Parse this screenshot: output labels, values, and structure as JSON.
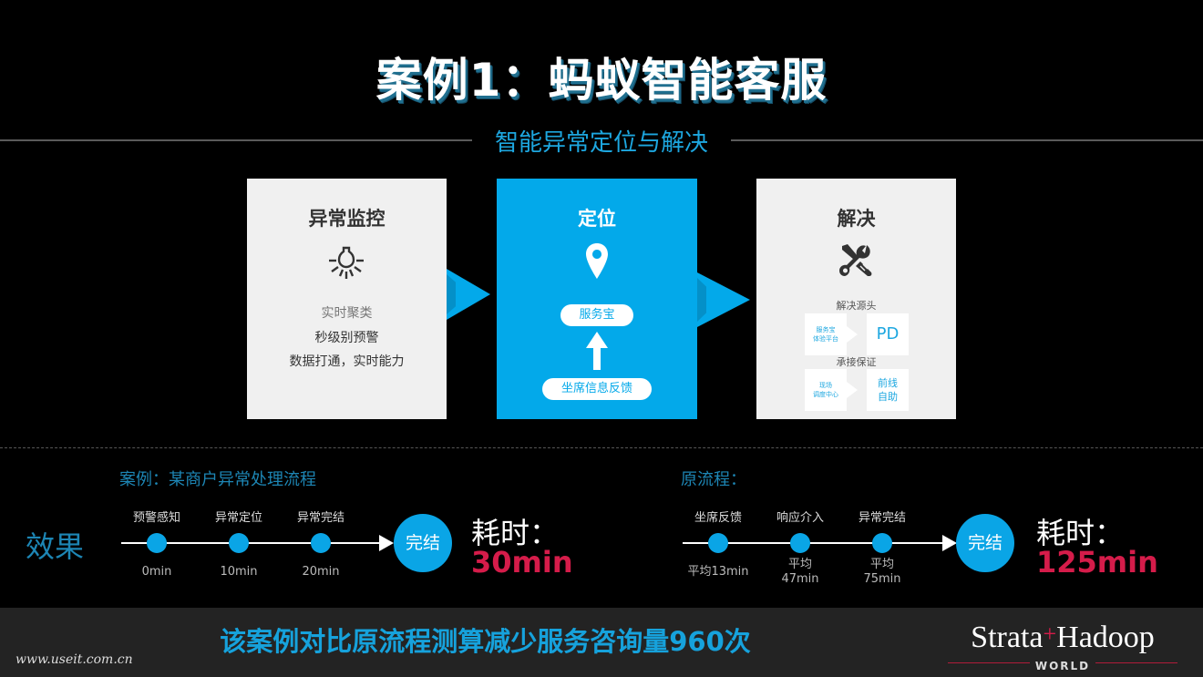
{
  "slide": {
    "title": "案例1：蚂蚁智能客服",
    "subtitle": "智能异常定位与解决"
  },
  "cards": [
    {
      "title": "异常监控",
      "icon": "lightbulb-icon",
      "lines": [
        "实时聚类",
        "秒级别预警",
        "数据打通，实时能力"
      ]
    },
    {
      "title": "定位",
      "icon": "map-pin-icon",
      "pill_top": "服务宝",
      "pill_bottom": "坐席信息反馈",
      "arrow_icon": "arrow-up-icon"
    },
    {
      "title": "解决",
      "icon": "tools-icon",
      "rows": [
        {
          "label": "解决源头",
          "left": [
            "服务宝",
            "体验平台"
          ],
          "right": "PD"
        },
        {
          "label": "承接保证",
          "left": [
            "现场",
            "调度中心"
          ],
          "right": [
            "前线",
            "自助"
          ]
        }
      ]
    }
  ],
  "effect": {
    "label": "效果",
    "case_flow": {
      "title": "案例：某商户异常处理流程",
      "steps": [
        {
          "top": "预警感知",
          "bottom": "0min"
        },
        {
          "top": "异常定位",
          "bottom": "10min"
        },
        {
          "top": "异常完结",
          "bottom": "20min"
        }
      ],
      "end": "完结",
      "time_label": "耗时：",
      "time_value": "30min"
    },
    "original_flow": {
      "title": "原流程：",
      "steps": [
        {
          "top": "坐席反馈",
          "bottom": "平均13min"
        },
        {
          "top": "响应介入",
          "bottom_1": "平均",
          "bottom_2": "47min"
        },
        {
          "top": "异常完结",
          "bottom_1": "平均",
          "bottom_2": "75min"
        }
      ],
      "end": "完结",
      "time_label": "耗时：",
      "time_value": "125min"
    }
  },
  "footer": {
    "message": "该案例对比原流程测算减少服务咨询量960次",
    "watermark": "www.useit.com.cn",
    "brand_left": "Strata",
    "brand_plus": "+",
    "brand_right": "Hadoop",
    "brand_sub": "WORLD"
  },
  "colors": {
    "accent_blue": "#03a9ea",
    "highlight_red": "#d51c4a",
    "card_grey": "#f0f0f0",
    "background": "#000000",
    "footer_band": "#232323"
  }
}
